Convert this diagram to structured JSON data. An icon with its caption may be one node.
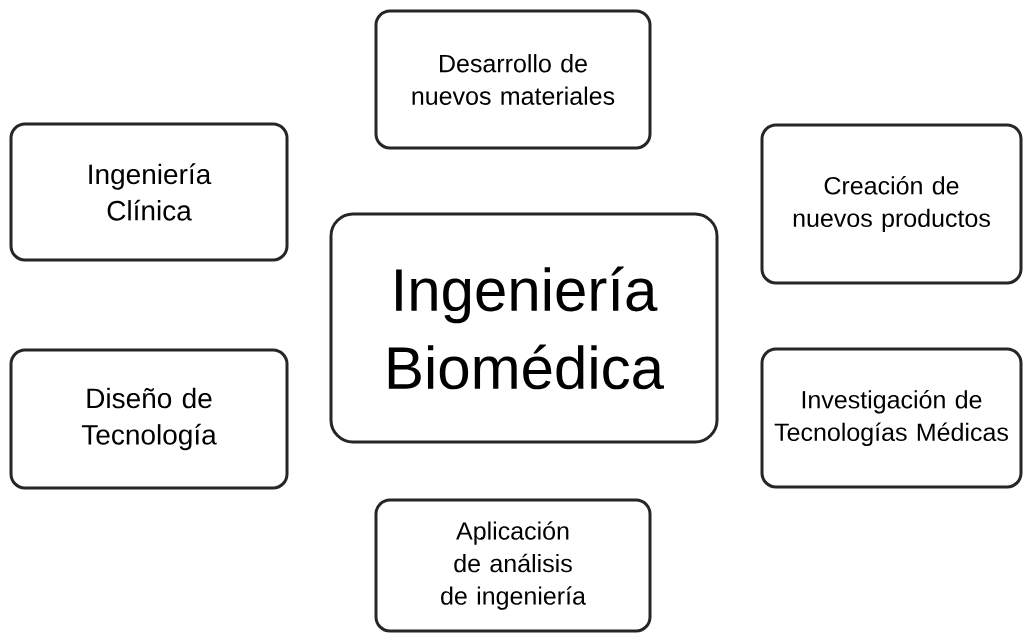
{
  "diagram": {
    "nodes": [
      {
        "text": [
          "Desarrollo de nuevos materiales"
        ]
      },
      {
        "text": [
          "Ingeniería Clínica"
        ]
      },
      {
        "text": [
          "Creación de nuevos productos"
        ]
      },
      {
        "text": [
          "Ingeniería Biomédica"
        ]
      },
      {
        "text": [
          "Diseño de Tecnología"
        ]
      },
      {
        "text": [
          "Investigación de Tecnologías Médicas"
        ]
      },
      {
        "text": [
          "Aplicación de análisis de ingeniería"
        ]
      }
    ]
  }
}
